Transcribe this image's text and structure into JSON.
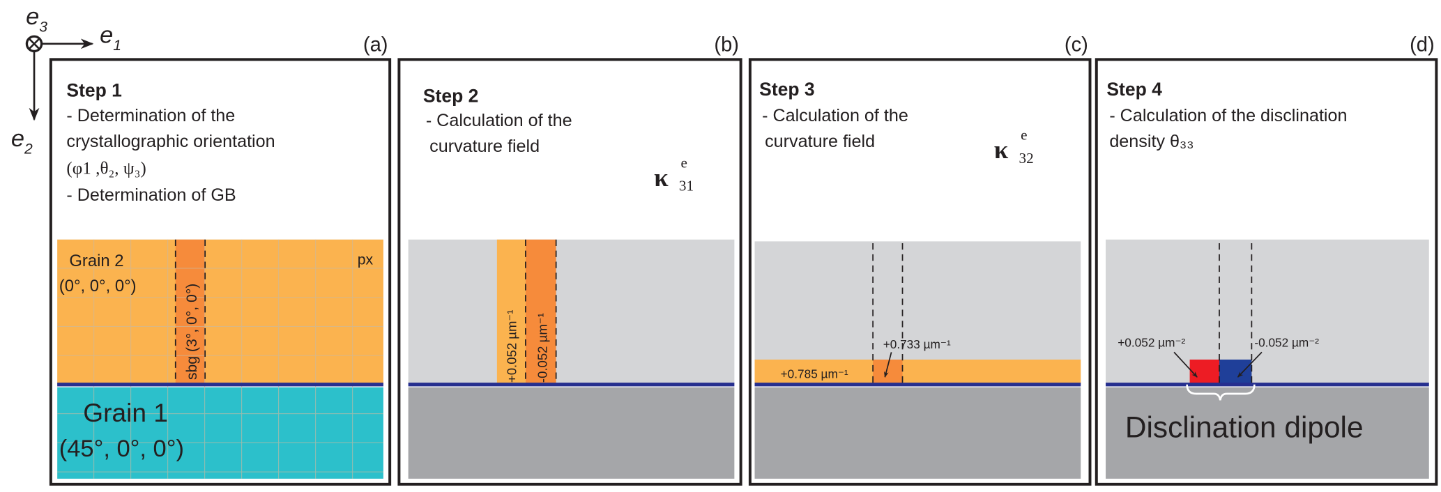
{
  "axes": {
    "e1": "e",
    "e1_sub": "1",
    "e2": "e",
    "e2_sub": "2",
    "e3": "e",
    "e3_sub": "3"
  },
  "panels": [
    {
      "label": "(a)",
      "step": "Step 1",
      "lines": [
        "- Determination of the",
        "crystallographic orientation",
        "(φ1 ,θ₂, ψ₃)",
        "- Determination of GB"
      ],
      "grain2": "Grain 2",
      "grain2_orient": "(0°, 0°, 0°)",
      "sbg": "sbg (3°, 0°, 0°)",
      "px": "px",
      "grain1": "Grain 1",
      "grain1_orient": "(45°, 0°, 0°)"
    },
    {
      "label": "(b)",
      "step": "Step 2",
      "lines": [
        "- Calculation of the",
        "curvature field"
      ],
      "symbol": "κ",
      "sup": "e",
      "sub": "31",
      "pos_value": "+0.052 µm⁻¹",
      "neg_value": "-0.052 µm⁻¹"
    },
    {
      "label": "(c)",
      "step": "Step 3",
      "lines": [
        "- Calculation of the",
        "curvature field"
      ],
      "symbol": "κ",
      "sup": "e",
      "sub": "32",
      "band_value": "+0.785 µm⁻¹",
      "cell_value": "+0.733 µm⁻¹"
    },
    {
      "label": "(d)",
      "step": "Step 4",
      "lines": [
        "- Calculation of the disclination",
        "density θ₃₃"
      ],
      "pos_value": "+0.052 µm⁻²",
      "neg_value": "-0.052 µm⁻²",
      "dipole": "Disclination dipole"
    }
  ],
  "colors": {
    "orange_light": "#fbb34f",
    "orange": "#f68b3b",
    "cyan": "#2cc0cb",
    "gb_line": "#262f8f",
    "gray_light": "#d4d5d7",
    "gray_dark": "#a5a6a9",
    "red": "#ed1c24",
    "blue": "#1f3f99"
  }
}
